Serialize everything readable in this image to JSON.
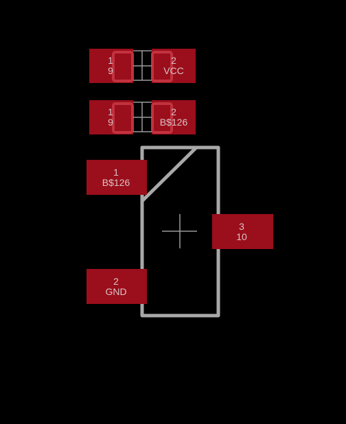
{
  "components": [
    {
      "id": "cap-top",
      "pads": [
        {
          "num": "1",
          "net": "9"
        },
        {
          "num": "2",
          "net": "VCC"
        }
      ]
    },
    {
      "id": "cap-mid",
      "pads": [
        {
          "num": "1",
          "net": "9"
        },
        {
          "num": "2",
          "net": "B$126"
        }
      ]
    },
    {
      "id": "sot23",
      "pads": [
        {
          "num": "1",
          "net": "B$126"
        },
        {
          "num": "2",
          "net": "GND"
        },
        {
          "num": "3",
          "net": "10"
        }
      ]
    }
  ],
  "colors": {
    "background": "#000000",
    "pad": "#9b0e1b",
    "silkscreen": "#a9a9a9",
    "label": "#d9c4c6"
  }
}
